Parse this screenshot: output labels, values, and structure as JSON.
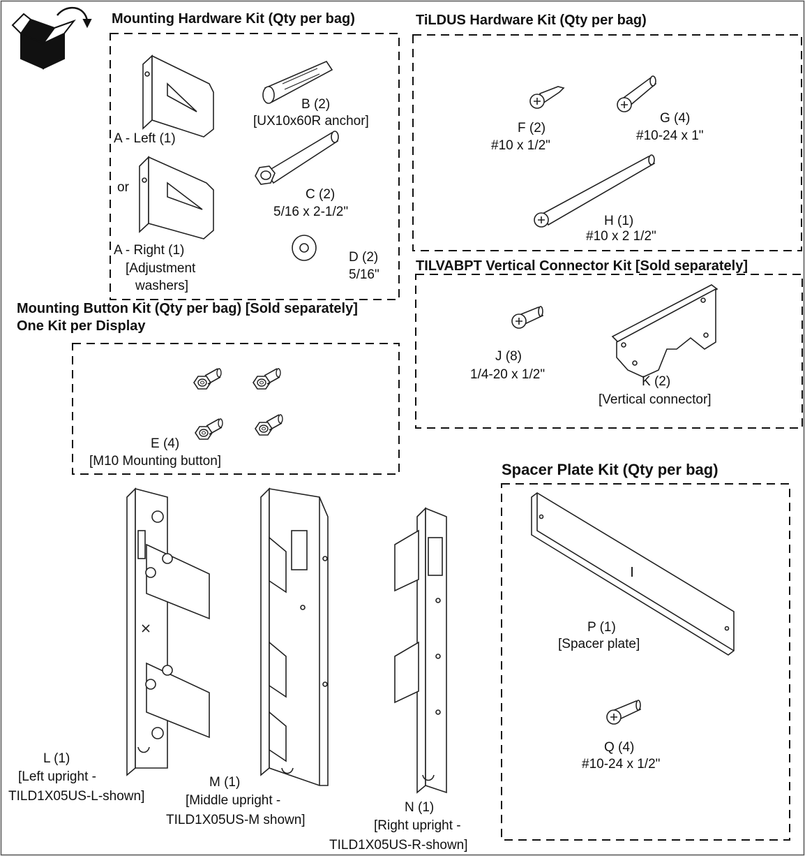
{
  "sections": {
    "mounting_hardware": {
      "title": "Mounting Hardware Kit (Qty per bag)"
    },
    "tildus_hardware": {
      "title": "TiLDUS Hardware Kit (Qty per bag)"
    },
    "vertical_connector": {
      "title": "TILVABPT Vertical Connector Kit  [Sold separately]"
    },
    "mounting_button": {
      "title": "Mounting Button Kit (Qty per bag) [Sold separately]",
      "subtitle": "One Kit per Display"
    },
    "spacer_plate": {
      "title": "Spacer Plate Kit (Qty per bag)"
    }
  },
  "parts": {
    "a_left": {
      "label": "A - Left (1)"
    },
    "or": "or",
    "a_right": {
      "label": "A - Right (1)",
      "note1": "[Adjustment",
      "note2": "washers]"
    },
    "b": {
      "label": "B (2)",
      "desc": "[UX10x60R anchor]"
    },
    "c": {
      "label": "C (2)",
      "desc": "5/16 x 2-1/2\""
    },
    "d": {
      "label": "D (2)",
      "desc": "5/16\""
    },
    "e": {
      "label": "E (4)",
      "desc": "[M10 Mounting button]"
    },
    "f": {
      "label": "F (2)",
      "desc": "#10 x 1/2\""
    },
    "g": {
      "label": "G (4)",
      "desc": "#10-24 x 1\""
    },
    "h": {
      "label": "H (1)",
      "desc": "#10 x 2 1/2\""
    },
    "j": {
      "label": "J (8)",
      "desc": "1/4-20 x 1/2\""
    },
    "k": {
      "label": "K (2)",
      "desc": "[Vertical connector]"
    },
    "l": {
      "label": "L (1)",
      "desc1": "[Left upright -",
      "desc2": "TILD1X05US-L-shown]"
    },
    "m": {
      "label": "M (1)",
      "desc1": "[Middle upright -",
      "desc2": "TILD1X05US-M shown]"
    },
    "n": {
      "label": "N (1)",
      "desc1": "[Right upright -",
      "desc2": "TILD1X05US-R-shown]"
    },
    "p": {
      "label": "P (1)",
      "desc": "[Spacer plate]"
    },
    "q": {
      "label": "Q (4)",
      "desc": "#10-24 x 1/2\""
    }
  }
}
